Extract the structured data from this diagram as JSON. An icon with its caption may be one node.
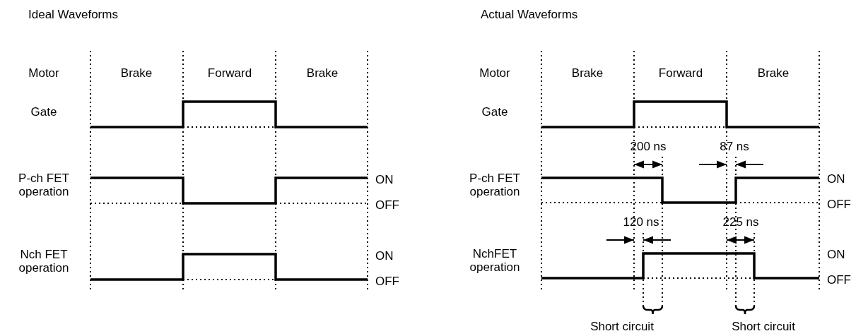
{
  "diagram": {
    "labels": [
      "Ideal Waveforms",
      "Actual Waveforms",
      "Motor",
      "Brake",
      "Forward",
      "Brake",
      "Gate",
      "P-ch FET operation",
      "ON",
      "OFF",
      "Nch FET operation",
      "ON",
      "OFF",
      "Motor",
      "Brake",
      "Forward",
      "Brake",
      "Gate",
      "200 ns",
      "87 ns",
      "P-ch FET operation",
      "ON",
      "OFF",
      "120 ns",
      "225 ns",
      "NchFET operation",
      "ON",
      "OFF",
      "Short circuit",
      "Short circuit"
    ]
  }
}
